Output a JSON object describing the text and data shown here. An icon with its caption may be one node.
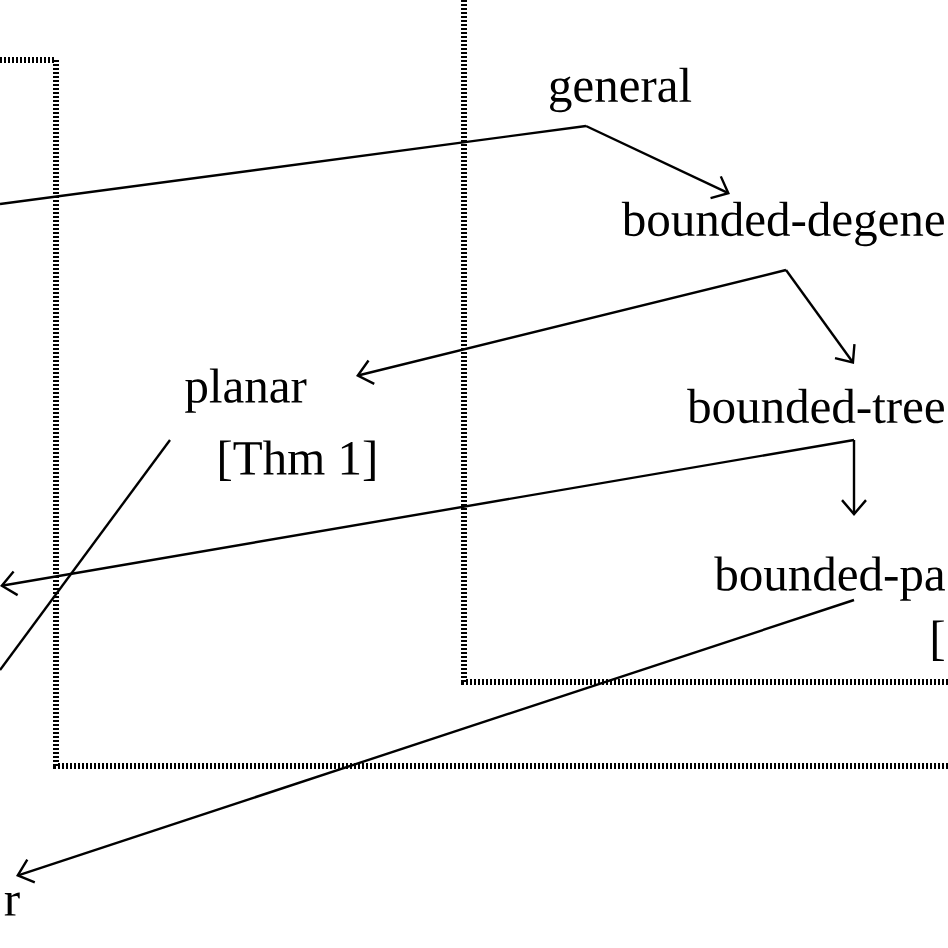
{
  "diagram": {
    "nodes": [
      {
        "text": [
          "general"
        ]
      },
      {
        "text": [
          "bounded-degene"
        ]
      },
      {
        "text": [
          "planar",
          "[Thm 1]"
        ]
      },
      {
        "text": [
          "bounded-tree"
        ]
      },
      {
        "text": [
          "bounded-pa",
          "["
        ]
      },
      {
        "text": [
          "r"
        ]
      }
    ],
    "edges": [
      {
        "from": 0,
        "to": null,
        "arrow": "none"
      },
      {
        "from": 0,
        "to": 1,
        "arrow": "to"
      },
      {
        "from": 1,
        "to": 2,
        "arrow": "to"
      },
      {
        "from": 1,
        "to": 3,
        "arrow": "to"
      },
      {
        "from": 3,
        "to": 4,
        "arrow": "to"
      },
      {
        "from": 3,
        "to": null,
        "arrow": "to"
      },
      {
        "from": 2,
        "to": null,
        "arrow": "none"
      },
      {
        "from": 4,
        "to": 5,
        "arrow": "to"
      }
    ]
  }
}
